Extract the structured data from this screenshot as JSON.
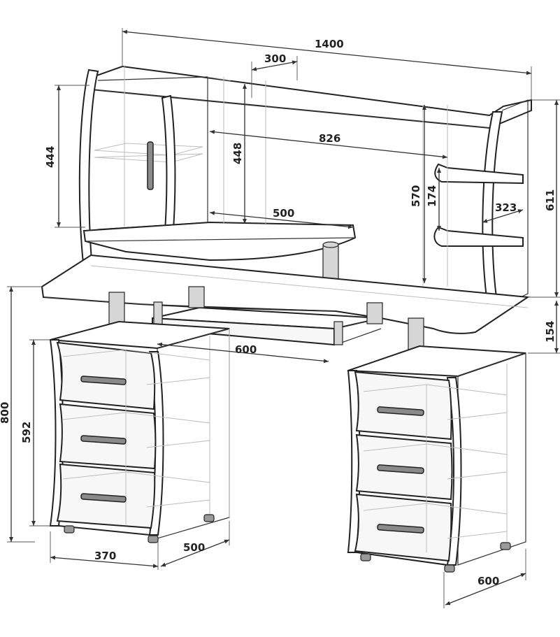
{
  "dimensions": {
    "total_width": "1400",
    "superstructure_offset": "300",
    "left_cabinet_height": "444",
    "niche_height": "448",
    "niche_width": "826",
    "shelf_width": "500",
    "side_unit_height": "570",
    "side_shelf_spacing": "174",
    "side_unit_depth": "323",
    "superstructure_height": "611",
    "desk_height": "800",
    "pedestal_height": "592",
    "keyboard_tray_width": "600",
    "desktop_clearance": "154",
    "pedestal_width": "370",
    "pedestal_depth": "500",
    "desk_depth": "600"
  }
}
